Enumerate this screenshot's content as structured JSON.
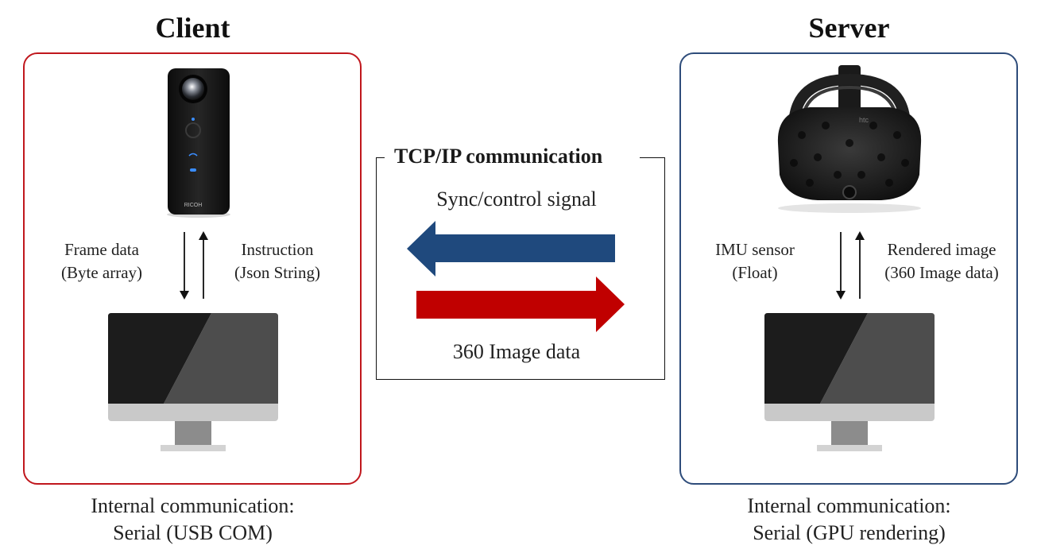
{
  "client": {
    "title": "Client",
    "border_color": "#c0171d",
    "device_icon": "ricoh-theta-360-camera",
    "brand_text": "RICOH",
    "computer_icon": "desktop-monitor",
    "down_label_line1": "Frame data",
    "down_label_line2": "(Byte array)",
    "up_label_line1": "Instruction",
    "up_label_line2": "(Json String)",
    "footer_line1": "Internal communication:",
    "footer_line2": "Serial (USB COM)"
  },
  "server": {
    "title": "Server",
    "border_color": "#2e4c7a",
    "device_icon": "htc-vive-headset",
    "brand_text": "htc",
    "computer_icon": "desktop-monitor",
    "down_label_line1": "IMU sensor",
    "down_label_line2": "(Float)",
    "up_label_line1": "Rendered image",
    "up_label_line2": "(360 Image data)",
    "footer_line1": "Internal communication:",
    "footer_line2": "Serial (GPU rendering)"
  },
  "tcp": {
    "title": "TCP/IP communication",
    "left_arrow_label": "Sync/control signal",
    "left_arrow_color": "#1f497d",
    "right_arrow_label": "360 Image data",
    "right_arrow_color": "#c00000"
  }
}
